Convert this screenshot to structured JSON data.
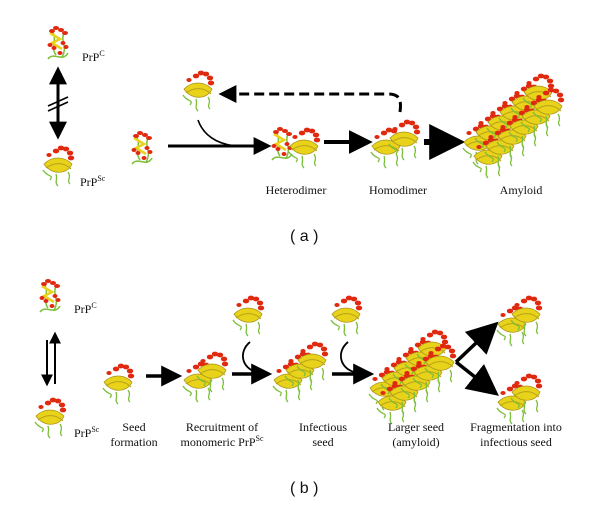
{
  "panel_a": {
    "tag": "( a )",
    "prpc": {
      "base": "PrP",
      "sup": "C"
    },
    "prpsc": {
      "base": "PrP",
      "sup": "Sc"
    },
    "heterodimer": "Heterodimer",
    "homodimer": "Homodimer",
    "amyloid": "Amyloid"
  },
  "panel_b": {
    "tag": "( b )",
    "prpc": {
      "base": "PrP",
      "sup": "C"
    },
    "prpsc": {
      "base": "PrP",
      "sup": "Sc"
    },
    "seed_formation": [
      "Seed",
      "formation"
    ],
    "recruitment": {
      "line1": "Recruitment of",
      "line2_base": "monomeric PrP",
      "line2_sup": "Sc"
    },
    "infectious_seed": [
      "Infectious",
      "seed"
    ],
    "larger_seed": [
      "Larger seed",
      "(amyloid)"
    ],
    "fragmentation": [
      "Fragmentation into",
      "infectious seed"
    ]
  },
  "colors": {
    "helix": "#e02a10",
    "sheet": "#e8d21a",
    "coil": "#7cbf3a",
    "arrow": "#000000"
  }
}
